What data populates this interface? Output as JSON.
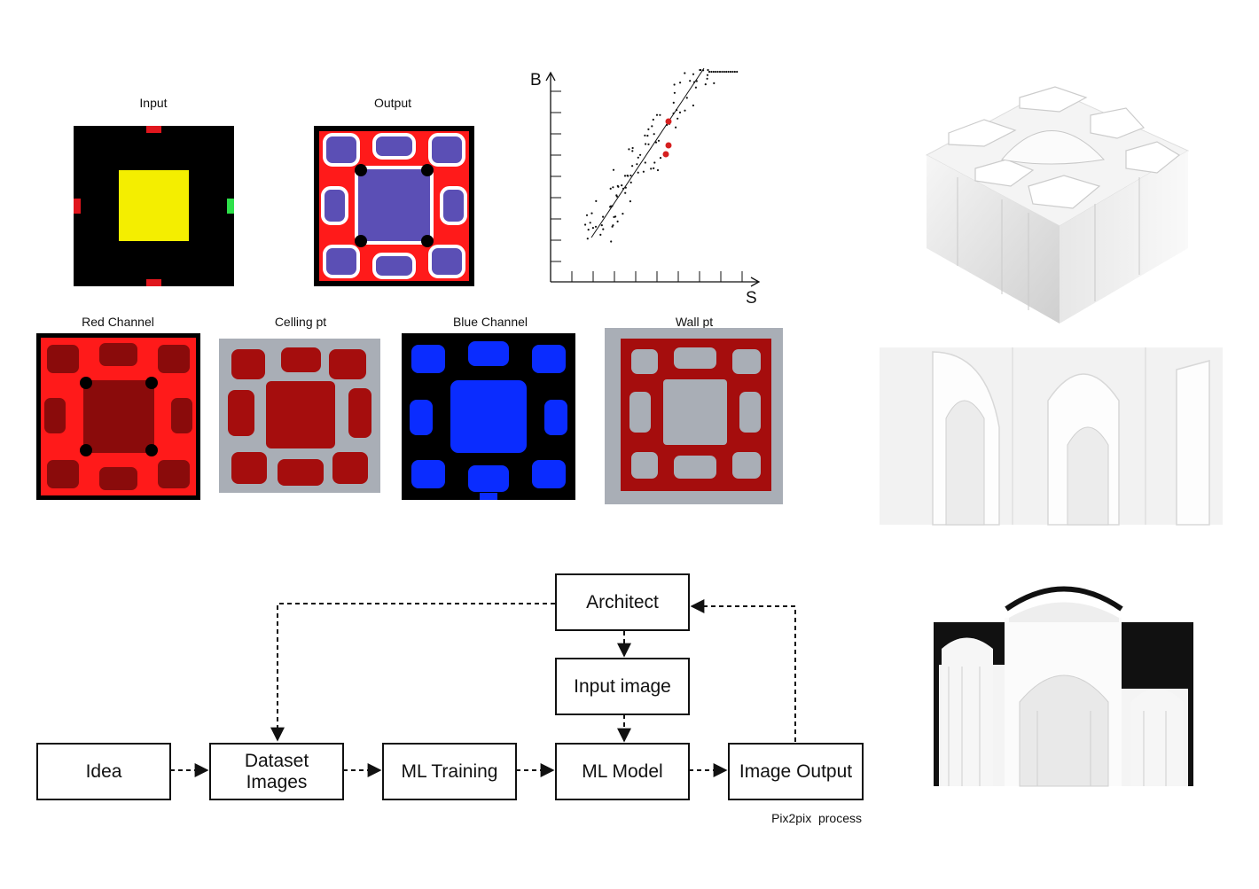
{
  "labels": {
    "input": "Input",
    "output": "Output",
    "red_channel": "Red Channel",
    "ceiling_pt": "Celling pt",
    "blue_channel": "Blue Channel",
    "wall_pt": "Wall pt"
  },
  "scatter": {
    "y_axis_label": "B",
    "x_axis_label": "S"
  },
  "flow": {
    "idea": "Idea",
    "dataset_line1": "Dataset",
    "dataset_line2": "Images",
    "ml_training": "ML Training",
    "ml_model": "ML Model",
    "image_output": "Image Output",
    "architect": "Architect",
    "input_image": "Input image",
    "caption": "Pix2pix  process"
  },
  "colors": {
    "yellow": "#f4ee00",
    "red": "#ff1a1a",
    "dark_red": "#8a0b0b",
    "purple": "#5b4fb5",
    "blue": "#0a2cff",
    "grey": "#a9aeb6",
    "green": "#2ee04a"
  }
}
